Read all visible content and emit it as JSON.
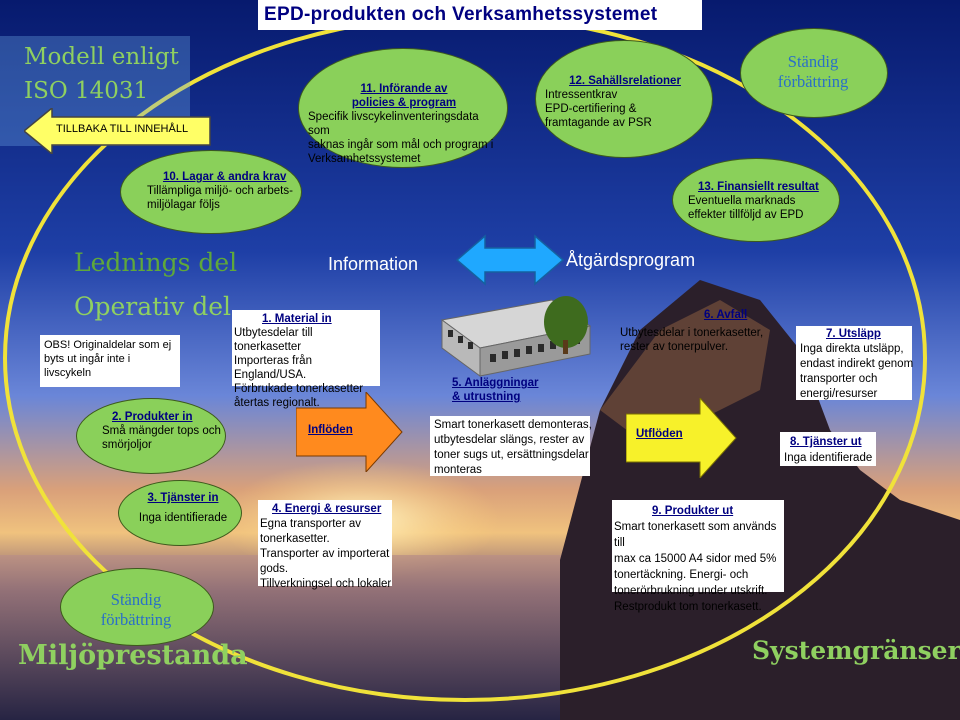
{
  "title": "EPD-produkten och Verksamhetssystemet",
  "model_label": [
    "Modell enligt",
    "ISO 14031"
  ],
  "back_button": "TILLBAKA TILL INNEHÅLL",
  "continuous_improvement_top": [
    "Ständig",
    "förbättring"
  ],
  "continuous_improvement_bottom": [
    "Ständig",
    "förbättring"
  ],
  "node11": {
    "title": [
      "11. Införande av",
      "policies & program"
    ],
    "body": [
      "Specifik livscykelinventeringsdata som",
      "saknas ingår som mål och program i",
      "Verksamhetssystemet"
    ]
  },
  "node12": {
    "title": "12. Sahällsrelationer",
    "body": [
      "Intressentkrav",
      "EPD-certifiering &",
      "framtagande av PSR"
    ]
  },
  "node10": {
    "title": "10. Lagar & andra krav",
    "body": [
      "Tillämpliga miljö- och arbets-",
      "miljölagar följs"
    ]
  },
  "node13": {
    "title": "13. Finansiellt resultat",
    "body": [
      "Eventuella marknads",
      "effekter tillföljd av EPD"
    ]
  },
  "ledning_label": "Lednings del",
  "operativ_label": "Operativ del",
  "information_label": "Information",
  "atgard_label": "Åtgärdsprogram",
  "obs_note": [
    "OBS! Originaldelar som ej",
    "byts ut ingår inte i",
    "livscykeln"
  ],
  "node1": {
    "title": "1. Material in",
    "body": [
      "Utbytesdelar till tonerkasetter",
      "Importeras från England/USA.",
      "Förbrukade tonerkasetter",
      "återtas regionalt."
    ]
  },
  "node2": {
    "title": "2. Produkter in",
    "body": [
      "Små mängder tops och",
      "smörjoljor"
    ]
  },
  "node3": {
    "title": "3. Tjänster in",
    "body": "Inga identifierade"
  },
  "node4": {
    "title": "4. Energi & resurser",
    "body": [
      "Egna transporter av",
      "tonerkasetter.",
      "Transporter av importerat",
      "gods.",
      "Tillverkningsel och lokaler"
    ]
  },
  "node5": {
    "title": [
      "5. Anläggningar",
      "& utrustning"
    ],
    "body": [
      "Smart tonerkasett demonteras,",
      "utbytesdelar slängs, rester av",
      "toner sugs ut, ersättningsdelar",
      "monteras"
    ]
  },
  "node6": {
    "title": "6. Avfall",
    "body": [
      "Utbytesdelar i tonerkasetter,",
      "rester av tonerpulver."
    ]
  },
  "node7": {
    "title": "7. Utsläpp",
    "body": [
      "Inga direkta utsläpp,",
      "endast indirekt genom",
      "transporter och",
      "energi/resurser"
    ]
  },
  "node8": {
    "title": "8. Tjänster ut",
    "body": "Inga identifierade"
  },
  "node9": {
    "title": "9. Produkter ut",
    "body": [
      "Smart tonerkasett som används till",
      "max ca 15000 A4 sidor med 5%",
      "tonertäckning. Energi- och",
      "tonerörbrukning under utskrift.",
      "Restprodukt tom tonerkasett."
    ]
  },
  "inflow_label": "Inflöden",
  "outflow_label": "Utflöden",
  "miljo_label": "Miljöprestanda",
  "system_label": "Systemgränser",
  "colors": {
    "ellipse_green": "#8ad05a",
    "arrow_orange": "#ff8a1e",
    "arrow_yellow": "#f7f12a",
    "text_navy": "#000080"
  }
}
